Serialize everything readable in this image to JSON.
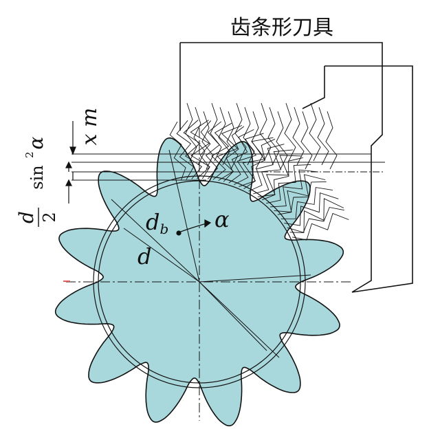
{
  "title": "齿条形刀具",
  "labels": {
    "xm": "x m",
    "sin": "sin",
    "sq": "2",
    "alpha": "α",
    "d_num": "d",
    "d_den": "2",
    "db_main": "d",
    "db_sub": "b",
    "alpha2": "α",
    "d": "d"
  },
  "gear": {
    "teeth": 12,
    "fill_color": "#a8d8dc",
    "outline_color": "#111111"
  },
  "colors": {
    "ink": "#111111",
    "accent": "#e06060"
  }
}
